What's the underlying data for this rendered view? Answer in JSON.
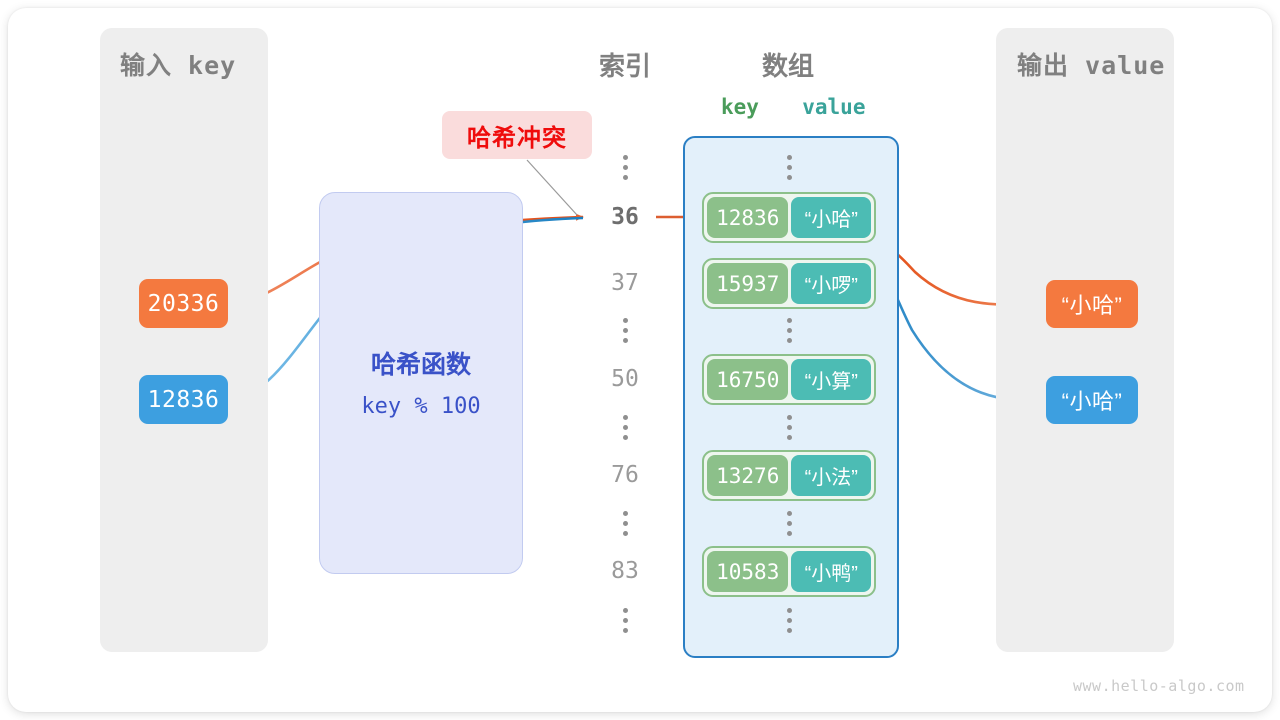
{
  "watermark": "www.hello-algo.com",
  "input_panel": {
    "title": "输入 key",
    "keys": [
      {
        "value": "20336",
        "color": "#f4793f"
      },
      {
        "value": "12836",
        "color": "#3d9fe0"
      }
    ]
  },
  "hash_function": {
    "label": "哈希函数",
    "expression": "key % 100",
    "text_color": "#3a52c8",
    "fill": "#e4e8fa"
  },
  "collision_badge": {
    "label": "哈希冲突",
    "text_color": "#ef0c0c",
    "fill": "#fadcdc"
  },
  "array_section": {
    "index_heading": "索引",
    "array_heading": "数组",
    "key_heading": "key",
    "value_heading": "value",
    "key_heading_color": "#4a9c5a",
    "value_heading_color": "#3aa39a",
    "rows": [
      {
        "type": "dots"
      },
      {
        "type": "entry",
        "index": "36",
        "highlight": true,
        "key": "12836",
        "value": "“小哈”"
      },
      {
        "type": "entry",
        "index": "37",
        "highlight": false,
        "key": "15937",
        "value": "“小啰”"
      },
      {
        "type": "dots"
      },
      {
        "type": "entry",
        "index": "50",
        "highlight": false,
        "key": "16750",
        "value": "“小算”"
      },
      {
        "type": "dots"
      },
      {
        "type": "entry",
        "index": "76",
        "highlight": false,
        "key": "13276",
        "value": "“小法”"
      },
      {
        "type": "dots"
      },
      {
        "type": "entry",
        "index": "83",
        "highlight": false,
        "key": "10583",
        "value": "“小鸭”"
      },
      {
        "type": "dots"
      }
    ]
  },
  "output_panel": {
    "title": "输出 value",
    "values": [
      {
        "text": "“小哈”",
        "color": "#f4793f"
      },
      {
        "text": "“小哈”",
        "color": "#3d9fe0"
      }
    ]
  }
}
